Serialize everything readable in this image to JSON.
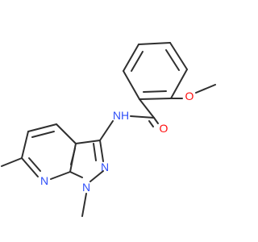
{
  "molecule": {
    "atom_labels": {
      "methoxy_oxygen": "O",
      "carbonyl_oxygen": "O",
      "amide_nh": "NH",
      "pyrazole_n2": "N",
      "pyrazole_n1": "N",
      "pyridine_n": "N"
    },
    "colors": {
      "bond": "#2f2f2f",
      "oxygen": "#ff0d0d",
      "nitrogen": "#3050f8"
    }
  }
}
